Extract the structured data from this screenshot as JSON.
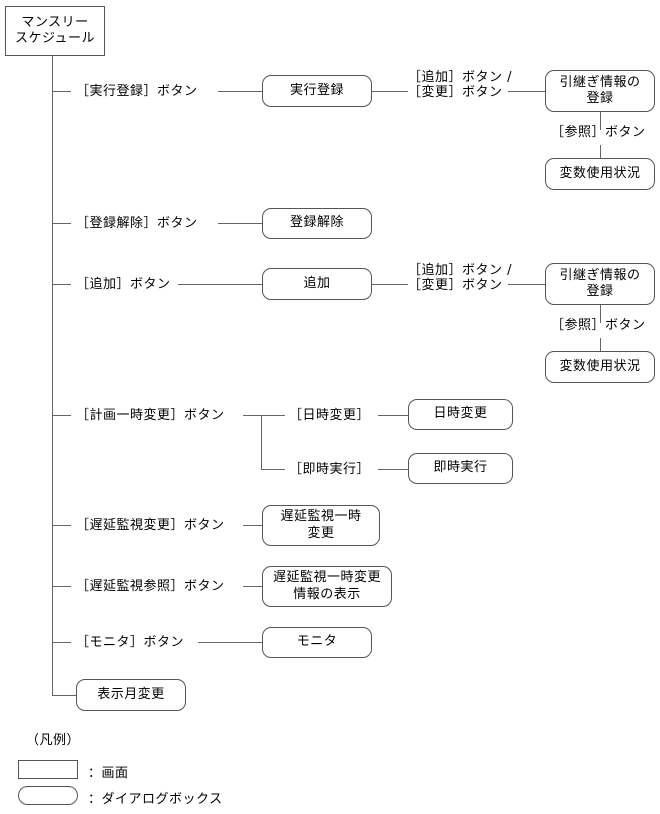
{
  "diagram": {
    "root": {
      "label": "マンスリー\nスケジュール",
      "type": "screen"
    },
    "branches": [
      {
        "trigger": "［実行登録］ボタン",
        "node": {
          "label": "実行登録",
          "type": "dialog"
        },
        "sub_trigger": "［追加］ボタン /\n［変更］ボタン",
        "sub_node": {
          "label": "引継ぎ情報の\n登録",
          "type": "dialog"
        },
        "leaf_trigger": "［参照］ボタン",
        "leaf_node": {
          "label": "変数使用状況",
          "type": "dialog"
        }
      },
      {
        "trigger": "［登録解除］ボタン",
        "node": {
          "label": "登録解除",
          "type": "dialog"
        }
      },
      {
        "trigger": "［追加］ボタン",
        "node": {
          "label": "追加",
          "type": "dialog"
        },
        "sub_trigger": "［追加］ボタン /\n［変更］ボタン",
        "sub_node": {
          "label": "引継ぎ情報の\n登録",
          "type": "dialog"
        },
        "leaf_trigger": "［参照］ボタン",
        "leaf_node": {
          "label": "変数使用状況",
          "type": "dialog"
        }
      },
      {
        "trigger": "［計画一時変更］ボタン",
        "children": [
          {
            "trigger": "［日時変更］",
            "node": {
              "label": "日時変更",
              "type": "dialog"
            }
          },
          {
            "trigger": "［即時実行］",
            "node": {
              "label": "即時実行",
              "type": "dialog"
            }
          }
        ]
      },
      {
        "trigger": "［遅延監視変更］ボタン",
        "node": {
          "label": "遅延監視一時\n変更",
          "type": "dialog"
        }
      },
      {
        "trigger": "［遅延監視参照］ボタン",
        "node": {
          "label": "遅延監視一時変更\n情報の表示",
          "type": "dialog"
        }
      },
      {
        "trigger": "［モニタ］ボタン",
        "node": {
          "label": "モニタ",
          "type": "dialog"
        }
      },
      {
        "trigger": "",
        "node": {
          "label": "表示月変更",
          "type": "dialog"
        }
      }
    ]
  },
  "legend": {
    "title": "（凡例）",
    "entries": [
      {
        "shape": "screen",
        "text": "：画面"
      },
      {
        "shape": "dialog",
        "text": "：ダイアログボックス"
      }
    ]
  },
  "colors": {
    "stroke": "#555555",
    "line": "#666666",
    "text": "#000000",
    "background": "#ffffff"
  }
}
